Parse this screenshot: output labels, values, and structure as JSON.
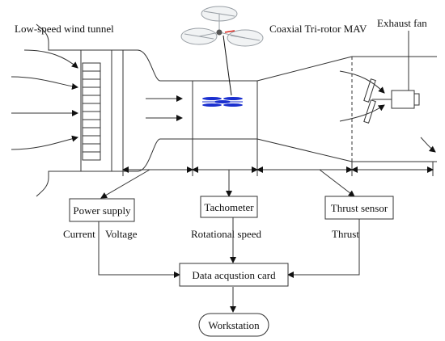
{
  "labels": {
    "wind_tunnel": "Low-speed wind tunnel",
    "mav": "Coaxial Tri-rotor MAV",
    "exhaust_fan": "Exhaust fan",
    "current": "Current",
    "voltage": "Voltage",
    "rotational_speed": "Rotational speed",
    "thrust": "Thrust"
  },
  "boxes": {
    "power_supply": "Power supply",
    "tachometer": "Tachometer",
    "thrust_sensor": "Thrust sensor",
    "data_card": "Data acqustion card",
    "workstation": "Workstation"
  },
  "colors": {
    "line": "#333333",
    "rotor_blue": "#1a2fcf",
    "rotor_red": "#d9251c",
    "drone_grey": "#9aa0a6"
  }
}
